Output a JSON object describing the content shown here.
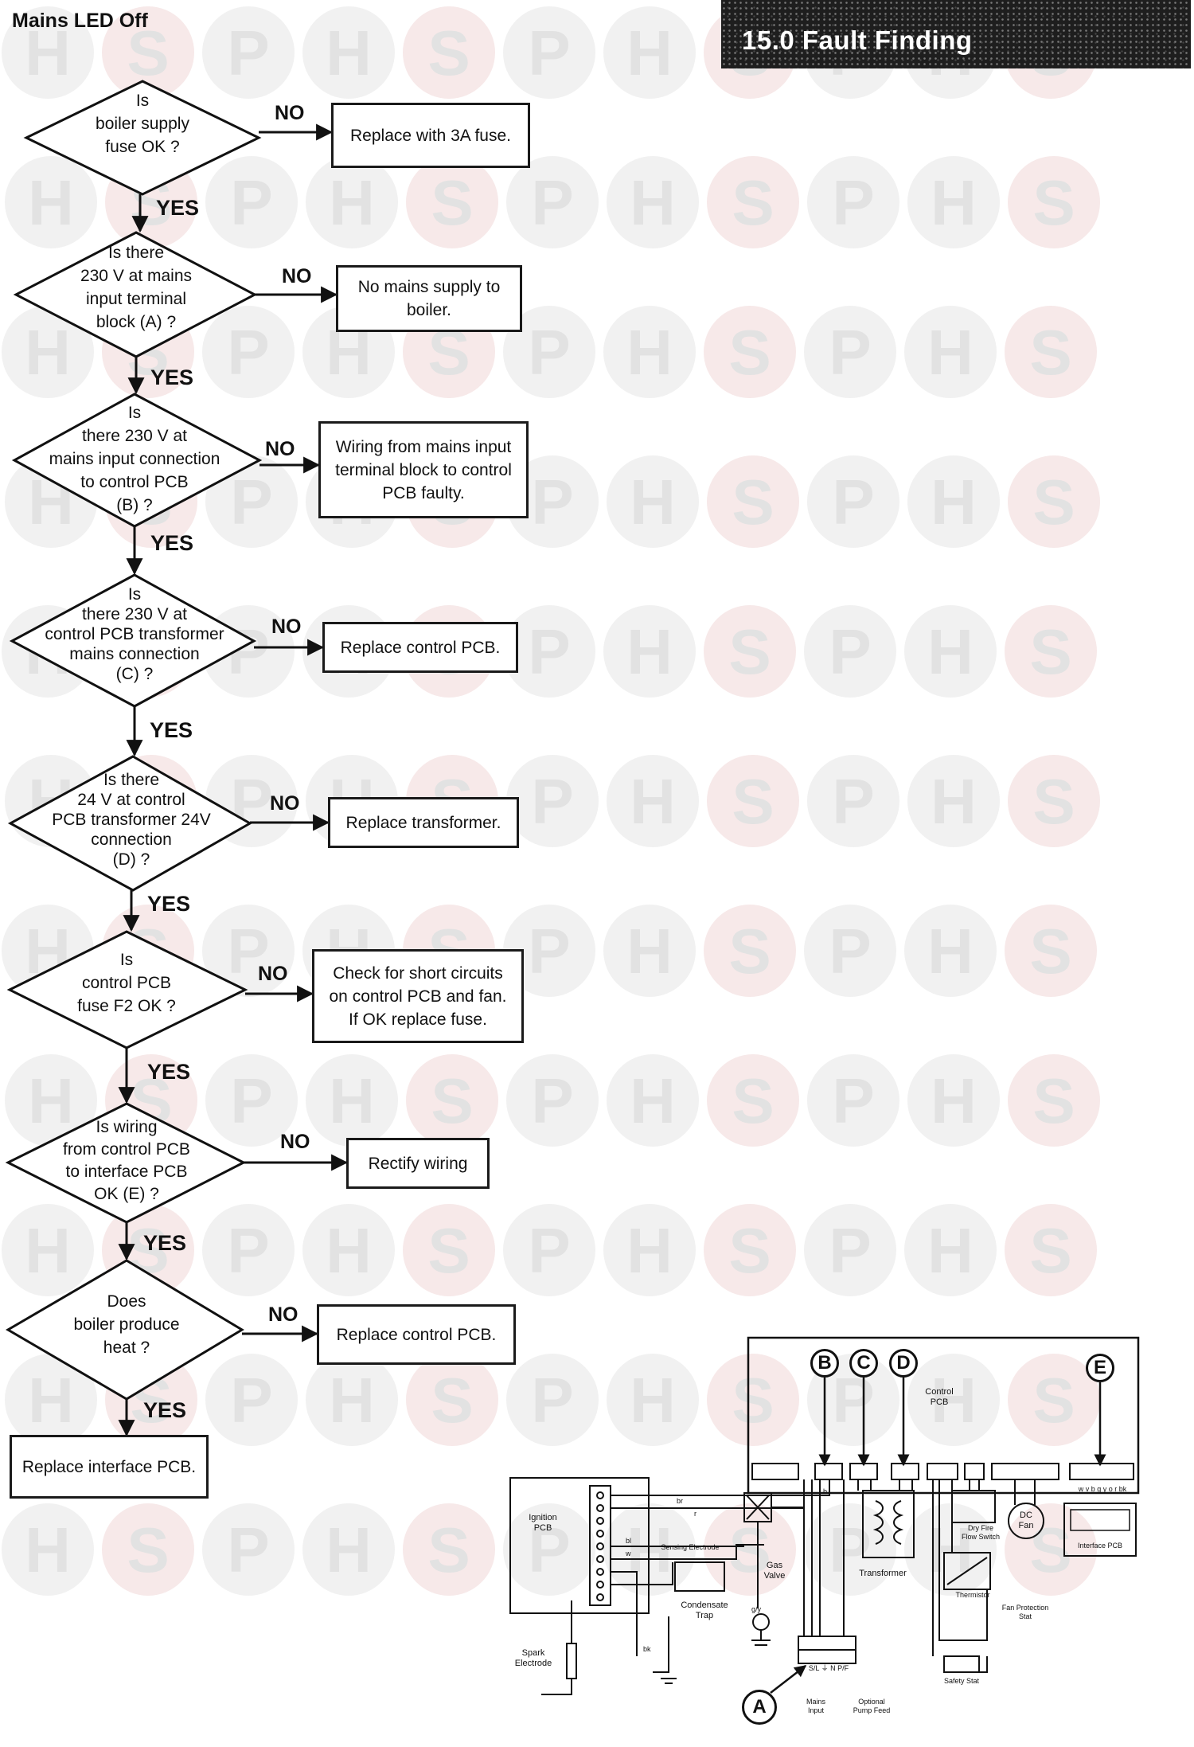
{
  "page": {
    "title": "Mains LED Off",
    "section": "15.0 Fault Finding"
  },
  "flowchart": {
    "yes_label": "YES",
    "no_label": "NO",
    "questions": [
      {
        "text": "Is\nboiler supply\nfuse OK ?",
        "action": "Replace with 3A fuse."
      },
      {
        "text": "Is there\n230 V at mains\ninput terminal\nblock (A) ?",
        "action": "No mains supply to\nboiler."
      },
      {
        "text": "Is\nthere 230 V at\nmains input connection\nto control PCB\n(B) ?",
        "action": "Wiring from mains input\nterminal block to control\nPCB faulty."
      },
      {
        "text": "Is\nthere 230 V at\ncontrol PCB transformer\nmains connection\n(C) ?",
        "action": "Replace control PCB."
      },
      {
        "text": "Is there\n24 V at control\nPCB transformer 24V\nconnection\n(D) ?",
        "action": "Replace transformer."
      },
      {
        "text": "Is\ncontrol PCB\nfuse F2 OK ?",
        "action": "Check for short circuits\non control PCB and fan.\nIf OK replace fuse."
      },
      {
        "text": "Is wiring\nfrom control PCB\nto interface PCB\nOK (E) ?",
        "action": "Rectify wiring"
      },
      {
        "text": "Does\nboiler produce\nheat ?",
        "action": "Replace control PCB."
      }
    ],
    "final_action": "Replace interface PCB."
  },
  "wiring_diagram": {
    "points": [
      "A",
      "B",
      "C",
      "D",
      "E"
    ],
    "labels": {
      "control_pcb": "Control\nPCB",
      "ignition_pcb": "Ignition\nPCB",
      "sensing_electrode": "Sensing Electrode",
      "gas_valve": "Gas\nValve",
      "condensate_trap": "Condensate\nTrap",
      "spark_electrode": "Spark\nElectrode",
      "transformer": "Transformer",
      "dry_fire_flow_switch": "Dry Fire\nFlow Switch",
      "dc_fan": "DC\nFan",
      "interface_pcb": "Interface PCB",
      "thermistor": "Thermistor",
      "fan_protection_stat": "Fan Protection\nStat",
      "safety_stat": "Safety Stat",
      "mains_input": "Mains\nInput",
      "optional_pump_feed": "Optional\nPump Feed",
      "terminal_marks": "S/L ⏚ N P/F",
      "interface_wires": "w v b g y o r bk"
    },
    "wire_codes": [
      "br",
      "r",
      "bl",
      "w",
      "g/y",
      "b",
      "bk"
    ]
  },
  "watermark": {
    "letters": [
      "H",
      "S",
      "P"
    ]
  }
}
